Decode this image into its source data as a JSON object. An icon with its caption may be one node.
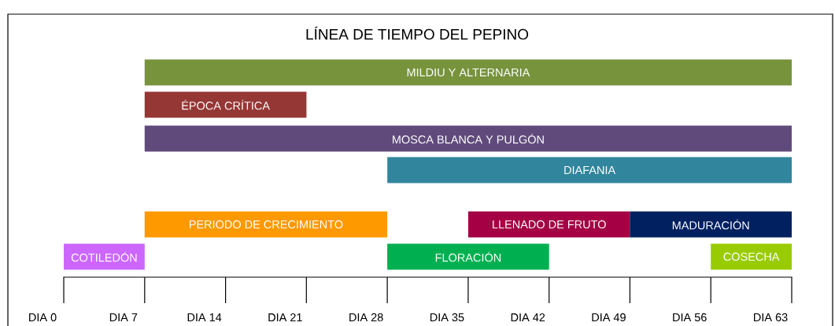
{
  "diagram": {
    "title": "LÍNEA DE TIEMPO DEL PEPINO",
    "nodes": [
      {
        "text": [
          "MILDIU Y ALTERNARIA"
        ]
      },
      {
        "text": [
          "ÉPOCA CRÍTICA"
        ]
      },
      {
        "text": [
          "MOSCA BLANCA Y PULGÓN"
        ]
      },
      {
        "text": [
          "DIAFANIA"
        ]
      },
      {
        "text": [
          "PERIODO DE CRECIMIENTO"
        ]
      },
      {
        "text": [
          "LLENADO DE FRUTO"
        ]
      },
      {
        "text": [
          "MADURACIÓN"
        ]
      },
      {
        "text": [
          "COTILEDÓN"
        ]
      },
      {
        "text": [
          "FLORACIÓN"
        ]
      },
      {
        "text": [
          "COSECHA"
        ]
      }
    ],
    "labels": [
      "DIA 0",
      "DIA 7",
      "DIA 14",
      "DIA 21",
      "DIA 28",
      "DIA 35",
      "DIA 42",
      "DIA 49",
      "DIA 56",
      "DIA 63"
    ]
  }
}
